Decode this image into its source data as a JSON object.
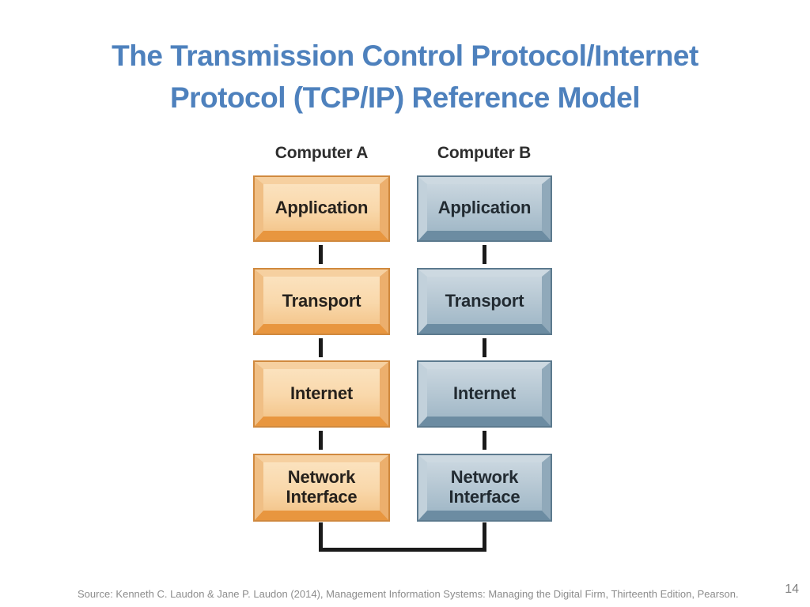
{
  "slide": {
    "title_line1": "The Transmission Control Protocol/Internet",
    "title_line2": "Protocol (TCP/IP) Reference Model",
    "source": "Source: Kenneth C. Laudon & Jane P. Laudon (2014), Management Information Systems: Managing the Digital Firm, Thirteenth Edition, Pearson.",
    "page_number": "14"
  },
  "diagram": {
    "columns": [
      {
        "id": "computer-a",
        "label": "Computer A",
        "theme": "orange",
        "layers": [
          "Application",
          "Transport",
          "Internet",
          "Network Interface"
        ]
      },
      {
        "id": "computer-b",
        "label": "Computer B",
        "theme": "blue",
        "layers": [
          "Application",
          "Transport",
          "Internet",
          "Network Interface"
        ]
      }
    ],
    "colors": {
      "title_blue": "#4E81BD",
      "orange_face": "#F9D8AB",
      "orange_bevel_light": "#F6D0A0",
      "orange_bevel_dark": "#E8963F",
      "orange_border": "#D0893E",
      "blue_face": "#B4C6D2",
      "blue_bevel_light": "#CDD9E1",
      "blue_bevel_dark": "#6C8CA2",
      "blue_border": "#5C7A8E",
      "connector_black": "#1A1A1A",
      "footer_gray": "#8C8C8C"
    }
  }
}
